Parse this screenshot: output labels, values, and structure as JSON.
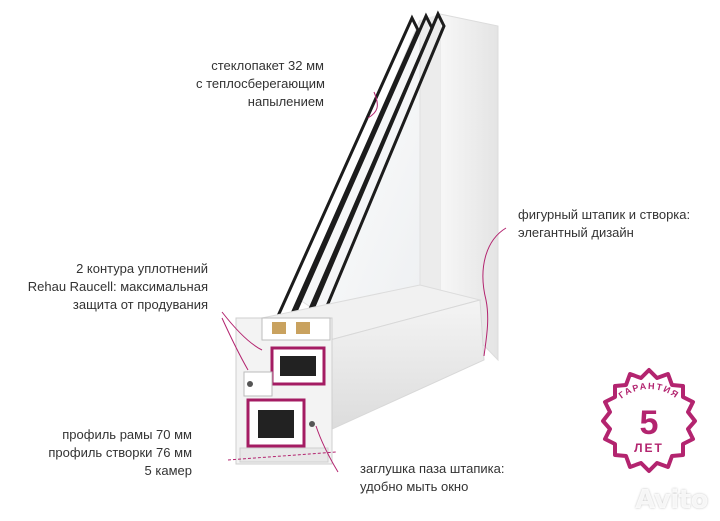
{
  "annotations": {
    "glass_unit": [
      "стеклопакет 32 мм",
      "с теплосберегающим",
      "напылением"
    ],
    "seals": [
      "2 контура уплотнений",
      "Rehau Raucell: максимальная",
      "защита от продувания"
    ],
    "bead": [
      "фигурный штапик и створка:",
      "элегантный дизайн"
    ],
    "profile": [
      "профиль рамы 70 мм",
      "профиль створки 76 мм",
      "5 камер"
    ],
    "plug": [
      "заглушка паза штапика:",
      "удобно мыть окно"
    ]
  },
  "badge": {
    "ring_text": "ГАРАНТИЯ",
    "number": "5",
    "unit": "ЛЕТ"
  },
  "watermark": "Avito",
  "colors": {
    "accent": "#b3246f",
    "frame": "#f2f2f2",
    "glass_edge": "#1c1c1c"
  }
}
